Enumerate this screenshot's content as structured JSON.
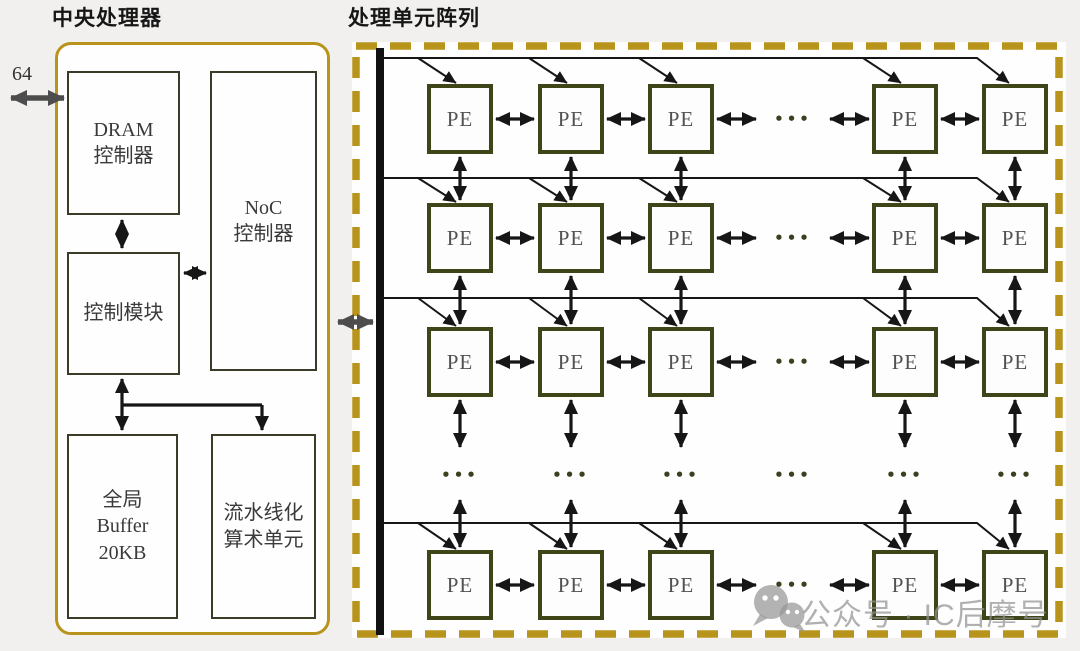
{
  "cpu": {
    "title": "中央处理器",
    "external_bus_width_label": "64",
    "blocks": {
      "dram": {
        "lines": [
          "DRAM",
          "控制器"
        ]
      },
      "noc": {
        "lines": [
          "NoC",
          "控制器"
        ]
      },
      "control": {
        "lines": [
          "控制模块"
        ]
      },
      "global_buffer": {
        "lines": [
          "全局",
          "Buffer",
          "20KB"
        ]
      },
      "pipeline_alu": {
        "lines": [
          "流水线化",
          "算术单元"
        ]
      }
    }
  },
  "pe_array": {
    "title": "处理单元阵列",
    "pe_label": "PE",
    "ellipsis": "•••",
    "visible_rows": 4,
    "visible_cols": 5
  },
  "watermark": {
    "text": "公众号 · IC后摩号",
    "icon": "wechat-chat-bubbles-icon"
  },
  "colors": {
    "background": "#f1f0ee",
    "panel_fill": "#fefefe",
    "gold_border": "#b8941c",
    "pe_border": "#3f4519",
    "block_border": "#3b3b28",
    "line_black": "#161616",
    "gray_arrow": "#4d4d4d",
    "text_dark": "#3a3a3a",
    "watermark_gray": "#919191"
  }
}
